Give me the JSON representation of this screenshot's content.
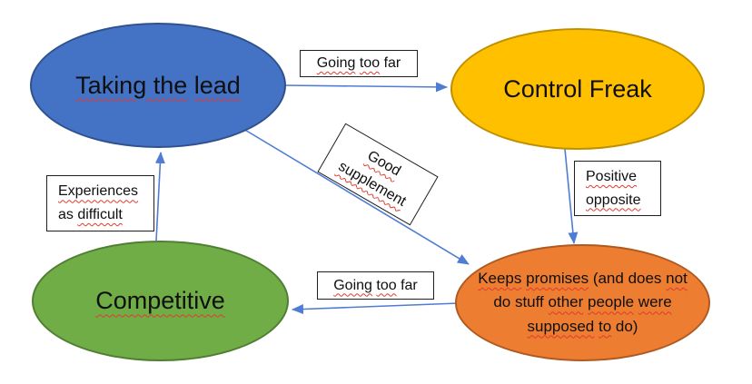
{
  "diagram": {
    "title": "",
    "nodes": {
      "taking_the_lead": {
        "label": "Taking the lead",
        "fill": "#4472c4",
        "border": "#2f528f",
        "lines": [
          [
            {
              "t": "Taking the",
              "sq": true
            },
            {
              "t": " "
            },
            {
              "t": "lead",
              "sq": true
            }
          ]
        ]
      },
      "control_freak": {
        "label": "Control Freak",
        "fill": "#ffc000",
        "border": "#bf9000",
        "lines": [
          [
            {
              "t": "Control Freak"
            }
          ]
        ]
      },
      "competitive": {
        "label": "Competitive",
        "fill": "#70ad47",
        "border": "#507e32",
        "lines": [
          [
            {
              "t": "Competitive",
              "sq": true
            }
          ]
        ]
      },
      "keeps_promises": {
        "label": "Keeps promises (and does not do stuff other people were supposed to do)",
        "fill": "#ed7d31",
        "border": "#ae5a21",
        "lines": [
          [
            {
              "t": "Keeps",
              "sq": true
            },
            {
              "t": " "
            },
            {
              "t": "promises",
              "sq": true
            },
            {
              "t": " (and does "
            },
            {
              "t": "not",
              "sq": true
            }
          ],
          [
            {
              "t": "do stuff "
            },
            {
              "t": "other",
              "sq": true
            },
            {
              "t": " "
            },
            {
              "t": "people",
              "sq": true
            },
            {
              "t": " "
            },
            {
              "t": "were",
              "sq": true
            }
          ],
          [
            {
              "t": "supposed",
              "sq": true
            },
            {
              "t": " "
            },
            {
              "t": "to",
              "sq": true
            },
            {
              "t": " do)"
            }
          ]
        ]
      }
    },
    "edge_labels": {
      "going_too_far_top": {
        "label": "Going too far",
        "lines": [
          [
            {
              "t": "Going",
              "sq": true
            },
            {
              "t": " "
            },
            {
              "t": "too",
              "sq": true
            },
            {
              "t": " far"
            }
          ]
        ]
      },
      "good_supplement": {
        "label": "Good supplement",
        "rotation_deg": 30,
        "lines": [
          [
            {
              "t": "Good",
              "sq": true
            }
          ],
          [
            {
              "t": "supplement",
              "sq": true
            }
          ]
        ]
      },
      "positive_opposite": {
        "label": "Positive opposite",
        "lines": [
          [
            {
              "t": "Positive",
              "sq": true
            }
          ],
          [
            {
              "t": "opposite",
              "sq": true
            }
          ]
        ]
      },
      "going_too_far_bottom": {
        "label": "Going too far",
        "lines": [
          [
            {
              "t": "Going",
              "sq": true
            },
            {
              "t": " "
            },
            {
              "t": "too",
              "sq": true
            },
            {
              "t": " far"
            }
          ]
        ]
      },
      "experiences_as_difficult": {
        "label": "Experiences as difficult",
        "lines": [
          [
            {
              "t": "Experiences",
              "sq": true
            }
          ],
          [
            {
              "t": "as "
            },
            {
              "t": "difficult",
              "sq": true
            }
          ]
        ]
      }
    },
    "arrows": [
      {
        "from": "taking_the_lead",
        "to": "control_freak",
        "label": "Going too far"
      },
      {
        "from": "taking_the_lead",
        "to": "keeps_promises",
        "label": "Good supplement"
      },
      {
        "from": "control_freak",
        "to": "keeps_promises",
        "label": "Positive opposite"
      },
      {
        "from": "keeps_promises",
        "to": "competitive",
        "label": "Going too far"
      },
      {
        "from": "competitive",
        "to": "taking_the_lead",
        "label": "Experiences as difficult"
      }
    ],
    "colors": {
      "background": "#ffffff",
      "arrow": "#4f7dd3",
      "squiggle": "#e03a2f",
      "label_border": "#1f1f1f",
      "text": "#0f0f0f"
    }
  }
}
